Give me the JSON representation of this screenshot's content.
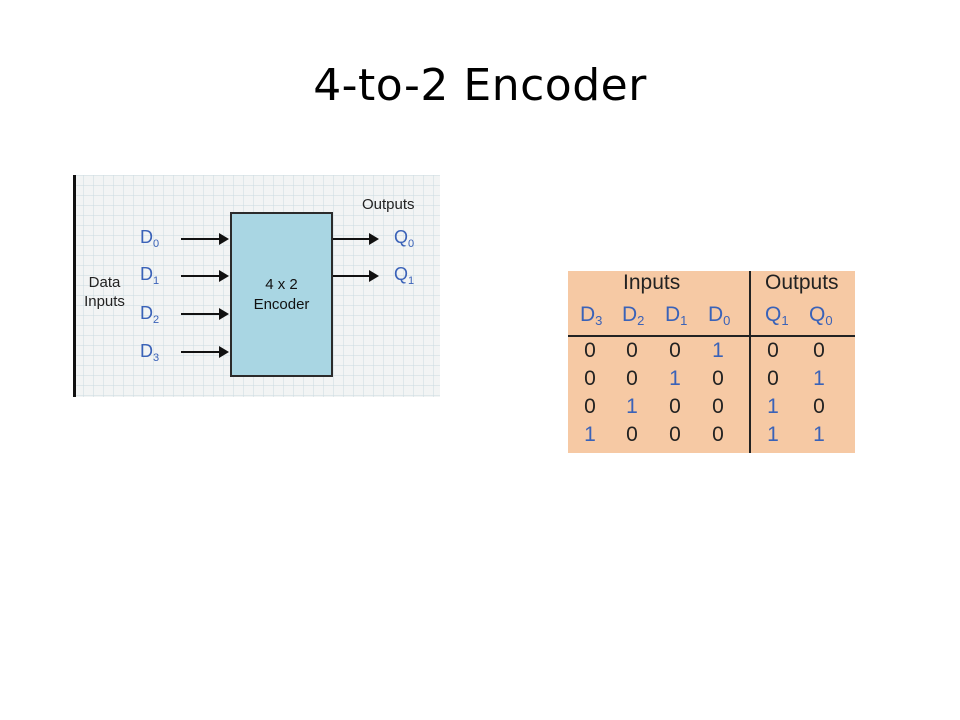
{
  "title": "4-to-2 Encoder",
  "diagram": {
    "block_label": "4 x 2\nEncoder",
    "data_inputs_label": "Data\nInputs",
    "outputs_label": "Outputs",
    "inputs": [
      {
        "base": "D",
        "sub": "0"
      },
      {
        "base": "D",
        "sub": "1"
      },
      {
        "base": "D",
        "sub": "2"
      },
      {
        "base": "D",
        "sub": "3"
      }
    ],
    "outputs": [
      {
        "base": "Q",
        "sub": "0"
      },
      {
        "base": "Q",
        "sub": "1"
      }
    ],
    "colors": {
      "block_fill": "#a9d6e3",
      "pin_text": "#3a62b8"
    }
  },
  "truth_table": {
    "group_headers": [
      "Inputs",
      "Outputs"
    ],
    "columns": [
      {
        "base": "D",
        "sub": "3"
      },
      {
        "base": "D",
        "sub": "2"
      },
      {
        "base": "D",
        "sub": "1"
      },
      {
        "base": "D",
        "sub": "0"
      },
      {
        "base": "Q",
        "sub": "1"
      },
      {
        "base": "Q",
        "sub": "0"
      }
    ],
    "rows": [
      [
        "0",
        "0",
        "0",
        "1",
        "0",
        "0"
      ],
      [
        "0",
        "0",
        "1",
        "0",
        "0",
        "1"
      ],
      [
        "0",
        "1",
        "0",
        "0",
        "1",
        "0"
      ],
      [
        "1",
        "0",
        "0",
        "0",
        "1",
        "1"
      ]
    ],
    "colors": {
      "background": "#f6c9a4",
      "one": "#3a62b8",
      "zero": "#222222"
    }
  }
}
